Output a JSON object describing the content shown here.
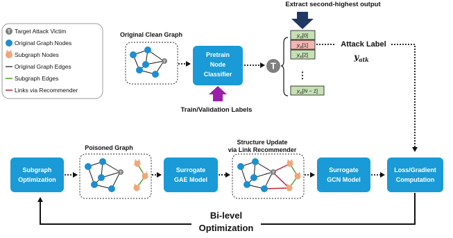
{
  "legend": {
    "target": "Target Attack Victim",
    "original_nodes": "Original Graph Nodes",
    "subgraph_nodes": "Subgraph Nodes",
    "original_edges": "Original Graph Edges",
    "subgraph_edges": "Subgraph Edges",
    "links": "Links via Recommender",
    "target_badge": "T"
  },
  "top": {
    "clean_graph_title": "Original Clean Graph",
    "pretrain_label": [
      "Pretrain",
      "Node",
      "Classifier"
    ],
    "train_labels": "Train/Validation Labels",
    "extract_title": "Extract second-highest output",
    "attack_label": "Attack Label",
    "attack_symbol": "y",
    "attack_sub": "atk",
    "output_rows": [
      "0",
      "1",
      "2"
    ],
    "output_last": "N − 1",
    "output_symbol": "y",
    "output_sub": "vt",
    "ellipsis": "⋮"
  },
  "bottom": {
    "poisoned_title": "Poisoned Graph",
    "structure_title": [
      "Structure Update",
      "via Link Recommender"
    ],
    "subgraph_opt": [
      "Subgraph",
      "Optimization"
    ],
    "surrogate_gae": [
      "Surrogate",
      "GAE Model"
    ],
    "surrogate_gcn": [
      "Surrogate",
      "GCN Model"
    ],
    "loss": [
      "Loss/Gradient",
      "Computation"
    ],
    "bilevel": [
      "Bi-level",
      "Optimization"
    ]
  },
  "colors": {
    "accent_blue": "#1a9ad6",
    "node_blue": "#1c8fd0",
    "node_orange": "#f0a77a",
    "target_gray": "#7f7f7f",
    "subgraph_edge": "#4aa02c",
    "link_edge": "#c0203a",
    "purple_arrow": "#9b1fa8",
    "navy_arrow": "#1f3864",
    "green_cell": "#c6e0b4",
    "red_cell": "#f4b6b1"
  }
}
